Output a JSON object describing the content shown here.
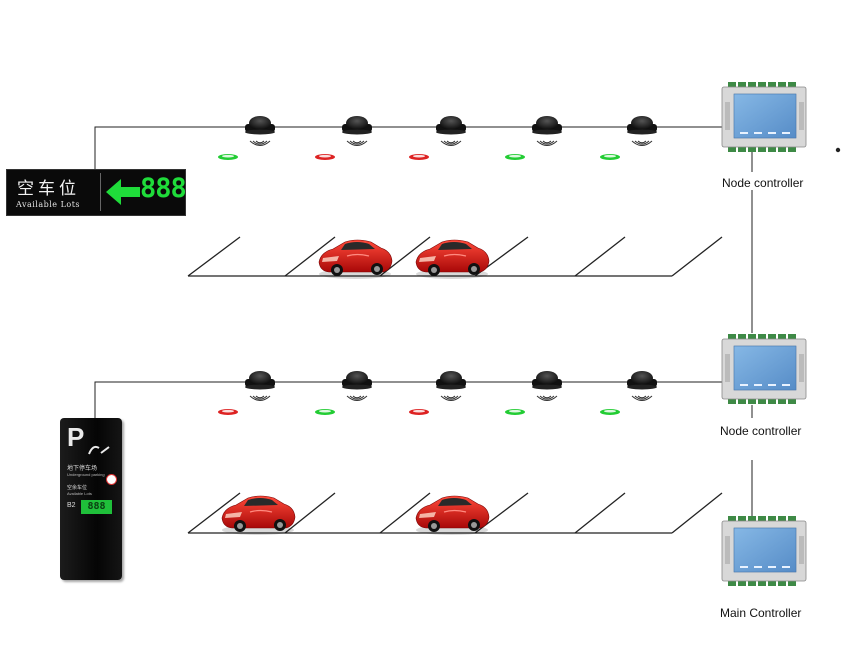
{
  "colors": {
    "wire": "#222222",
    "led_green": "#22cc33",
    "led_red": "#dd2222",
    "car": "#e01515",
    "controller_board": "#6aa1d6",
    "terminal_green": "#3e8a46",
    "sign_digits": "#1fdc3a"
  },
  "rows": [
    {
      "sensor_states": [
        "green",
        "red",
        "red",
        "green",
        "green"
      ],
      "occupied_bays": [
        2,
        3
      ]
    },
    {
      "sensor_states": [
        "red",
        "green",
        "red",
        "green",
        "green"
      ],
      "occupied_bays": [
        1,
        3
      ]
    }
  ],
  "labels": {
    "node_controller_1": "Node controller",
    "node_controller_2": "Node controller",
    "main_controller": "Main Controller"
  },
  "sign": {
    "chinese": "空车位",
    "english": "Available Lots",
    "count": "888"
  },
  "kiosk": {
    "letter": "P",
    "line1": "地下停车场",
    "line2": "Underground parking",
    "line3": "空余车位",
    "line4": "Available Lots",
    "level": "B2",
    "count": "888"
  }
}
